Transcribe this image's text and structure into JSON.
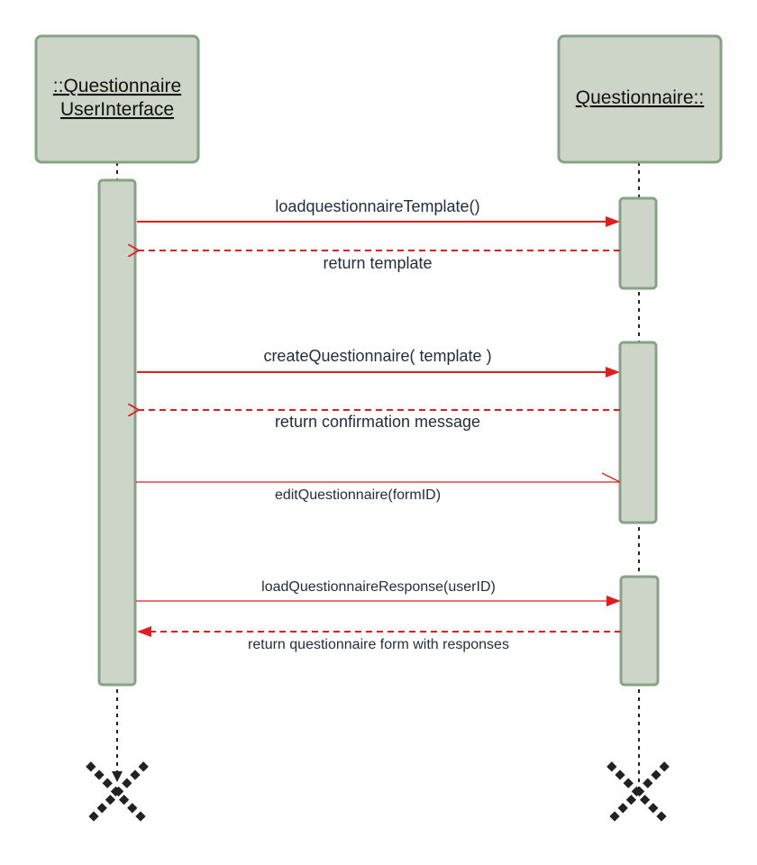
{
  "colors": {
    "box_fill": "#cdd5c8",
    "box_stroke": "#86a386",
    "message": "#e01e1e",
    "lifeline": "#222222",
    "destroy": "#222222",
    "text": "#1f2d3d"
  },
  "participants": [
    {
      "name_line1": "::Questionnaire",
      "name_line2": "UserInterface"
    },
    {
      "name_line1": "Questionnaire::",
      "name_line2": ""
    }
  ],
  "messages": [
    {
      "label": "loadquestionnaireTemplate()",
      "kind": "call"
    },
    {
      "label": "return template",
      "kind": "return"
    },
    {
      "label": "createQuestionnaire( template )",
      "kind": "call"
    },
    {
      "label": "return confirmation message",
      "kind": "return"
    },
    {
      "label": "editQuestionnaire(formID)",
      "kind": "call"
    },
    {
      "label": "loadQuestionnaireResponse(userID)",
      "kind": "call"
    },
    {
      "label": "return questionnaire form with responses",
      "kind": "return"
    }
  ],
  "icons": [
    "destroy-x-icon",
    "destroy-x-icon"
  ]
}
